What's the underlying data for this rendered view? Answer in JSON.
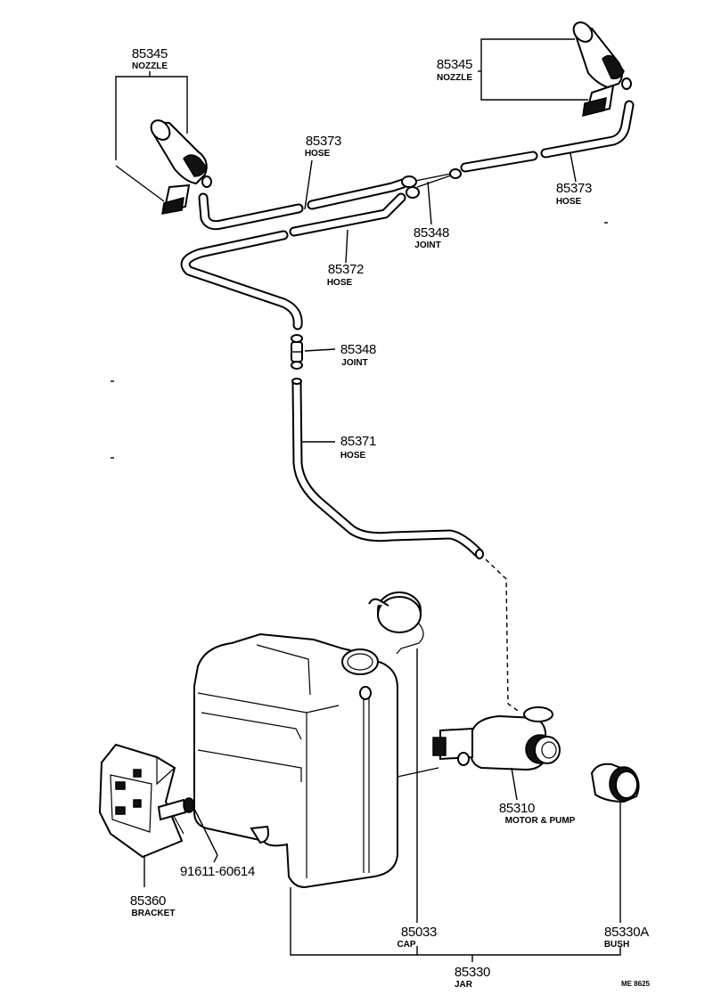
{
  "parts": {
    "nozzle_left": {
      "number": "85345",
      "name": "NOZZLE"
    },
    "nozzle_right": {
      "number": "85345",
      "name": "NOZZLE"
    },
    "hose_85373_left": {
      "number": "85373",
      "name": "HOSE"
    },
    "hose_85373_right": {
      "number": "85373",
      "name": "HOSE"
    },
    "joint_upper": {
      "number": "85348",
      "name": "JOINT"
    },
    "hose_85372": {
      "number": "85372",
      "name": "HOSE"
    },
    "joint_lower": {
      "number": "85348",
      "name": "JOINT"
    },
    "hose_85371": {
      "number": "85371",
      "name": "HOSE"
    },
    "motor_pump": {
      "number": "85310",
      "name": "MOTOR & PUMP"
    },
    "bolt": {
      "number": "91611-60614"
    },
    "bracket": {
      "number": "85360",
      "name": "BRACKET"
    },
    "cap": {
      "number": "85033",
      "name": "CAP"
    },
    "bush": {
      "number": "85330A",
      "name": "BUSH"
    },
    "jar": {
      "number": "85330",
      "name": "JAR"
    }
  },
  "drawing_code": "ME 8625"
}
